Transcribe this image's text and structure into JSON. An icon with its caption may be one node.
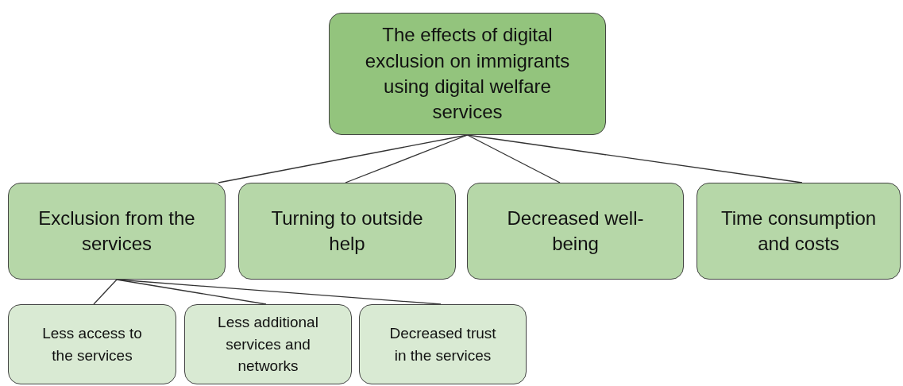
{
  "diagram": {
    "nodes": [
      {
        "text": [
          "The effects of digital exclusion on immigrants using digital welfare services"
        ]
      },
      {
        "text": [
          "Exclusion from the services"
        ]
      },
      {
        "text": [
          "Turning to outside help"
        ]
      },
      {
        "text": [
          "Decreased well-being"
        ]
      },
      {
        "text": [
          "Time consumption and costs"
        ]
      },
      {
        "text": [
          "Less access to the services"
        ]
      },
      {
        "text": [
          "Less additional services and networks"
        ]
      },
      {
        "text": [
          "Decreased trust in the services"
        ]
      }
    ],
    "edges": [
      {
        "from": 0,
        "to": 1,
        "arrow": "none"
      },
      {
        "from": 0,
        "to": 2,
        "arrow": "none"
      },
      {
        "from": 0,
        "to": 3,
        "arrow": "none"
      },
      {
        "from": 0,
        "to": 4,
        "arrow": "none"
      },
      {
        "from": 1,
        "to": 5,
        "arrow": "none"
      },
      {
        "from": 1,
        "to": 6,
        "arrow": "none"
      },
      {
        "from": 1,
        "to": 7,
        "arrow": "none"
      }
    ]
  }
}
